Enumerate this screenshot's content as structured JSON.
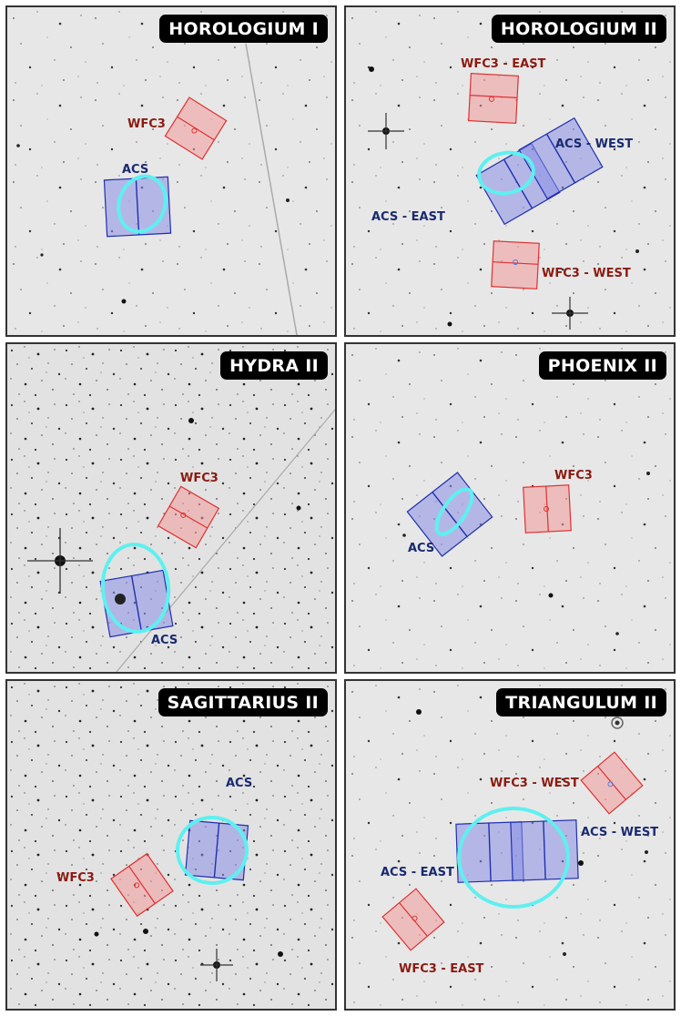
{
  "colors": {
    "acs_stroke": "#1f2fb0",
    "acs_fill": "#8a8fe6",
    "acs_label": "#1a2a70",
    "wfc3_stroke": "#e03030",
    "wfc3_fill": "#f29a9a",
    "wfc3_label": "#8b1a10",
    "ellipse": "#5ef0f0",
    "title_bg": "#000000",
    "title_text": "#ffffff"
  },
  "panels": [
    {
      "title": "HOROLOGIUM I",
      "labels": {
        "wfc3": "WFC3",
        "acs": "ACS"
      }
    },
    {
      "title": "HOROLOGIUM II",
      "labels": {
        "wfc3_east": "WFC3 - EAST",
        "acs_west": "ACS - WEST",
        "acs_east": "ACS - EAST",
        "wfc3_west": "WFC3 - WEST"
      }
    },
    {
      "title": "HYDRA II",
      "labels": {
        "wfc3": "WFC3",
        "acs": "ACS"
      }
    },
    {
      "title": "PHOENIX II",
      "labels": {
        "wfc3": "WFC3",
        "acs": "ACS"
      }
    },
    {
      "title": "SAGITTARIUS II",
      "labels": {
        "acs": "ACS",
        "wfc3": "WFC3"
      }
    },
    {
      "title": "TRIANGULUM II",
      "labels": {
        "wfc3_west": "WFC3 - WEST",
        "acs_west": "ACS - WEST",
        "acs_east": "ACS - EAST",
        "wfc3_east": "WFC3 - EAST"
      }
    }
  ]
}
